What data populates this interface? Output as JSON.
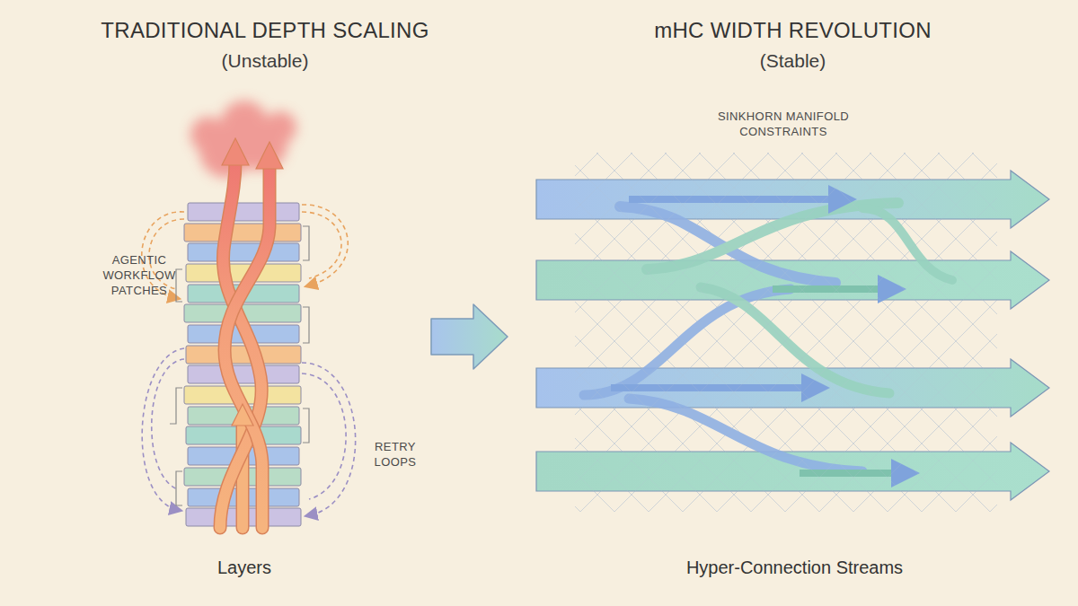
{
  "diagram": {
    "nodes": [
      {
        "text": [
          "TRADITIONAL DEPTH SCALING",
          "(Unstable)"
        ]
      },
      {
        "text": [
          "mHC WIDTH REVOLUTION",
          "(Stable)"
        ]
      },
      {
        "text": [
          "Layers"
        ],
        "in": 0
      },
      {
        "text": [
          "Hyper-Connection Streams"
        ],
        "in": 1
      }
    ],
    "edges": [
      {
        "from": 0,
        "to": 1,
        "arrow": "to"
      }
    ],
    "labels": [
      "AGENTIC WORKFLOW PATCHES",
      "RETRY LOOPS",
      "SINKHORN MANIFOLD CONSTRAINTS"
    ]
  }
}
